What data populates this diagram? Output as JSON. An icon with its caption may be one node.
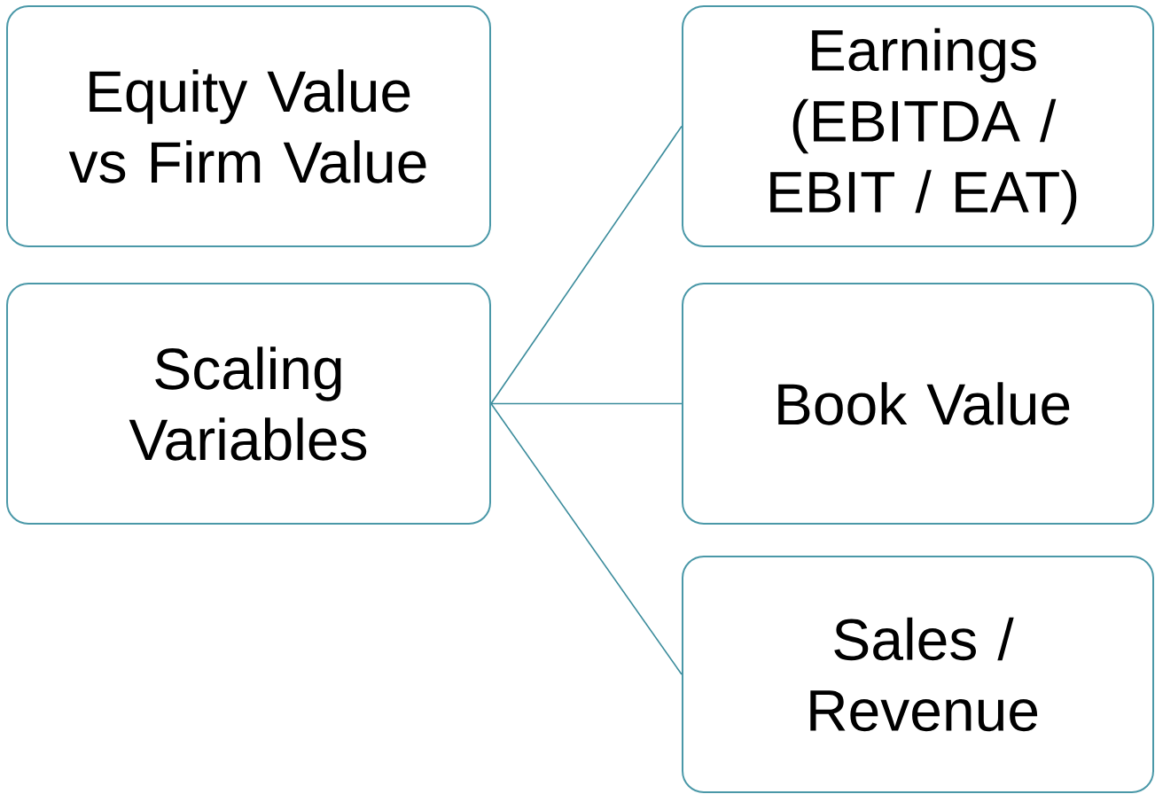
{
  "diagram": {
    "nodes": [
      {
        "text": [
          "Equity Value vs Firm Value"
        ]
      },
      {
        "text": [
          "Scaling Variables"
        ]
      },
      {
        "text": [
          "Earnings (EBITDA / EBIT / EAT)"
        ]
      },
      {
        "text": [
          "Book Value"
        ]
      },
      {
        "text": [
          "Sales / Revenue"
        ]
      }
    ],
    "edges": [
      {
        "from": 1,
        "to": 2,
        "arrow": "none"
      },
      {
        "from": 1,
        "to": 3,
        "arrow": "none"
      },
      {
        "from": 1,
        "to": 4,
        "arrow": "none"
      }
    ]
  }
}
